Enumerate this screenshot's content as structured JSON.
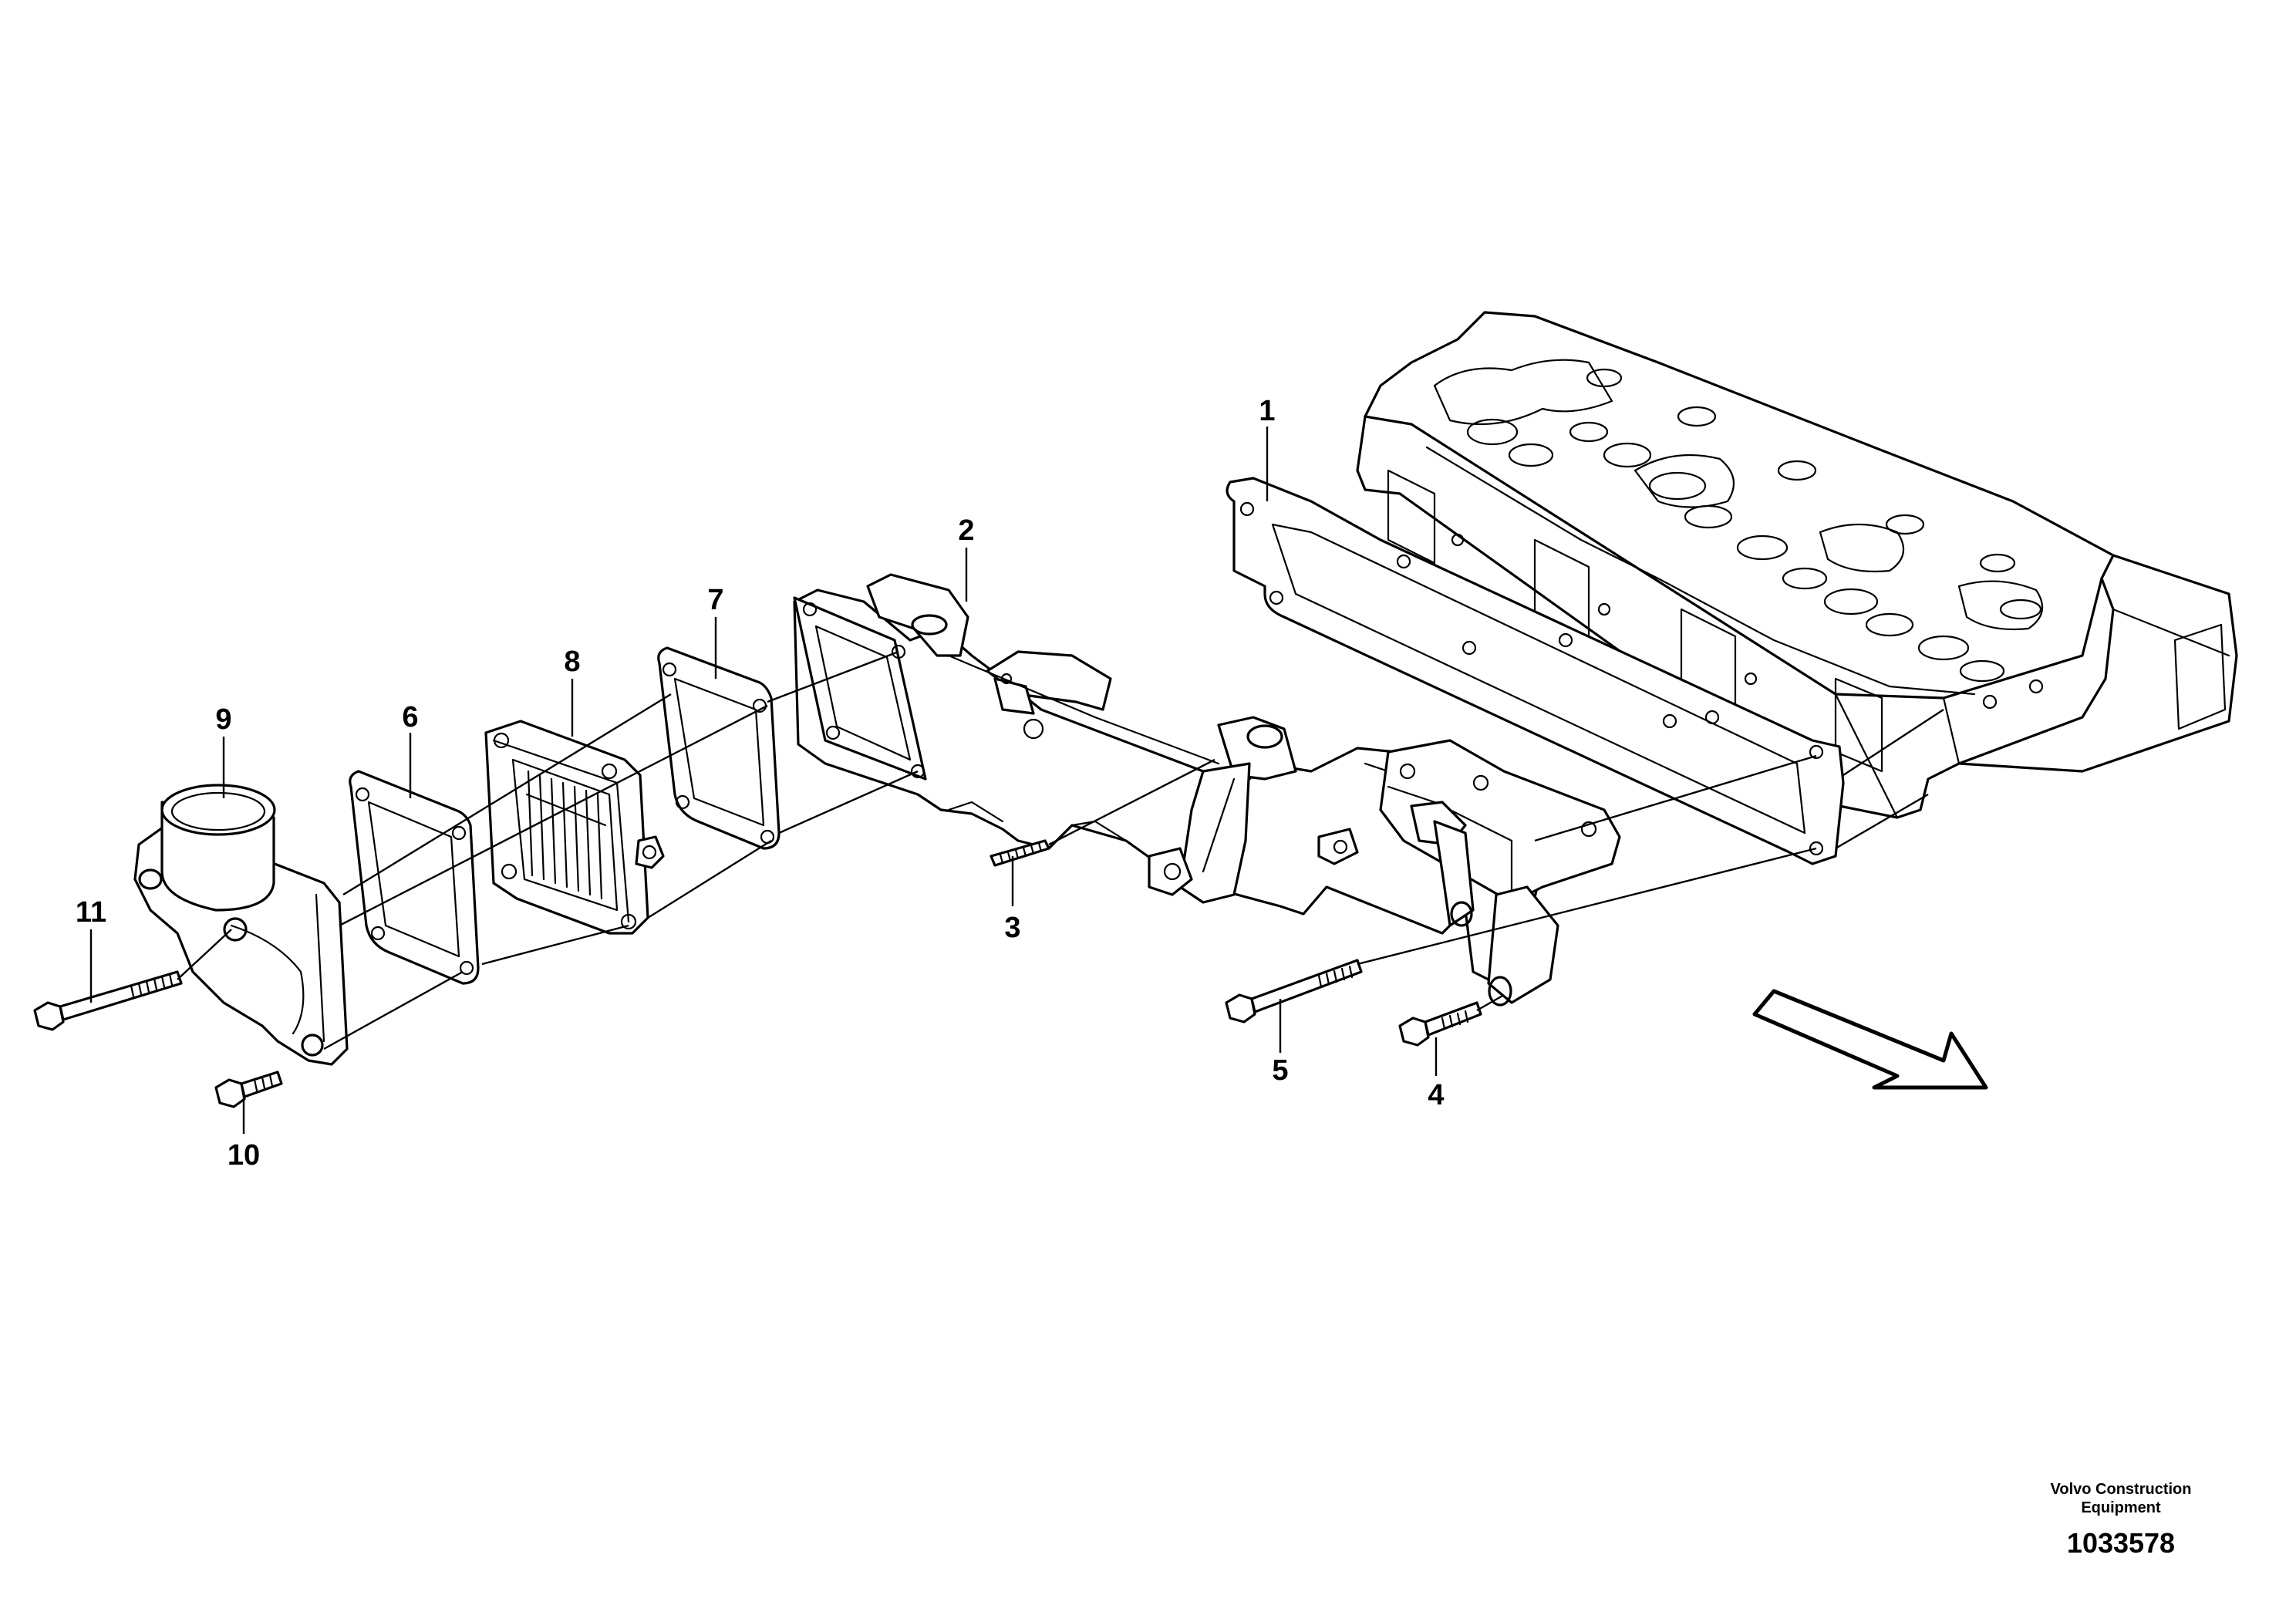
{
  "callouts": [
    {
      "id": "1",
      "label": "1"
    },
    {
      "id": "2",
      "label": "2"
    },
    {
      "id": "3",
      "label": "3"
    },
    {
      "id": "4",
      "label": "4"
    },
    {
      "id": "5",
      "label": "5"
    },
    {
      "id": "6",
      "label": "6"
    },
    {
      "id": "7",
      "label": "7"
    },
    {
      "id": "8",
      "label": "8"
    },
    {
      "id": "9",
      "label": "9"
    },
    {
      "id": "10",
      "label": "10"
    },
    {
      "id": "11",
      "label": "11"
    }
  ],
  "footer": {
    "manufacturer_line1": "Volvo Construction",
    "manufacturer_line2": "Equipment",
    "document_number": "1033578"
  }
}
